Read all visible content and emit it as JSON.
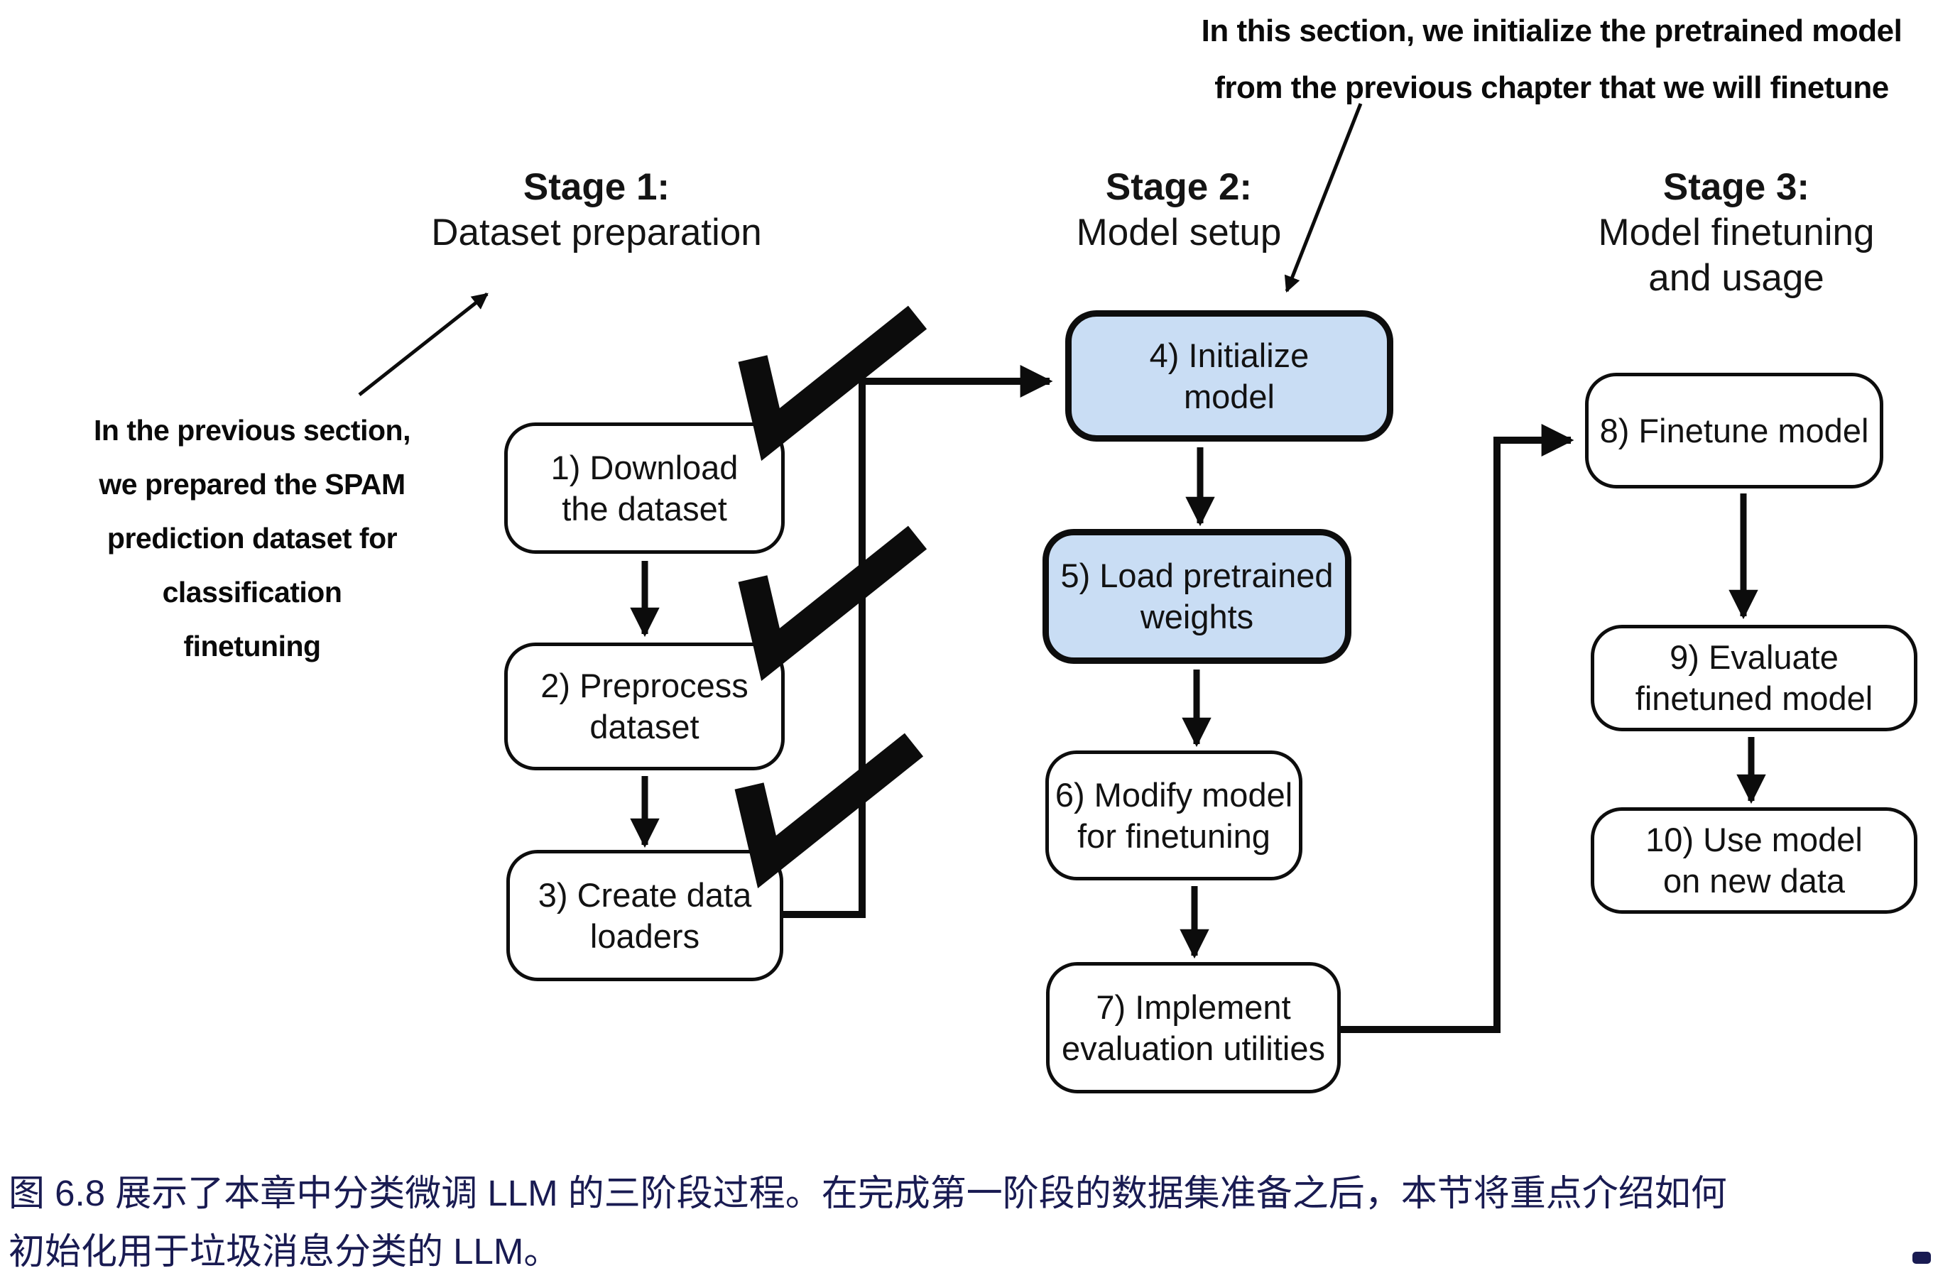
{
  "figure": {
    "annotations": {
      "top_lines": [
        "In this section, we initialize the pretrained model",
        "from the previous chapter that we will finetune"
      ],
      "left_lines": [
        "In the previous section,",
        "we prepared the SPAM",
        "prediction dataset for",
        "classification finetuning"
      ]
    },
    "stages": [
      {
        "title": "Stage 1:",
        "subtitle_lines": [
          "Dataset preparation"
        ]
      },
      {
        "title": "Stage 2:",
        "subtitle_lines": [
          "Model setup"
        ]
      },
      {
        "title": "Stage 3:",
        "subtitle_lines": [
          "Model finetuning",
          "and usage"
        ]
      }
    ],
    "boxes": [
      {
        "label": "1) Download the dataset",
        "lines": [
          "1) Download",
          "the dataset"
        ],
        "stage": 1,
        "highlighted": false,
        "completed": true
      },
      {
        "label": "2) Preprocess dataset",
        "lines": [
          "2) Preprocess",
          "dataset"
        ],
        "stage": 1,
        "highlighted": false,
        "completed": true
      },
      {
        "label": "3) Create data loaders",
        "lines": [
          "3) Create data",
          "loaders"
        ],
        "stage": 1,
        "highlighted": false,
        "completed": true
      },
      {
        "label": "4) Initialize model",
        "lines": [
          "4) Initialize",
          "model"
        ],
        "stage": 2,
        "highlighted": true,
        "completed": false
      },
      {
        "label": "5) Load pretrained weights",
        "lines": [
          "5) Load pretrained",
          "weights"
        ],
        "stage": 2,
        "highlighted": true,
        "completed": false
      },
      {
        "label": "6) Modify model for finetuning",
        "lines": [
          "6) Modify model",
          "for finetuning"
        ],
        "stage": 2,
        "highlighted": false,
        "completed": false
      },
      {
        "label": "7) Implement evaluation utilities",
        "lines": [
          "7) Implement",
          "evaluation utilities"
        ],
        "stage": 2,
        "highlighted": false,
        "completed": false
      },
      {
        "label": "8) Finetune model",
        "lines": [
          "8) Finetune model"
        ],
        "stage": 3,
        "highlighted": false,
        "completed": false
      },
      {
        "label": "9) Evaluate finetuned model",
        "lines": [
          "9) Evaluate",
          "finetuned model"
        ],
        "stage": 3,
        "highlighted": false,
        "completed": false
      },
      {
        "label": "10) Use model on new data",
        "lines": [
          "10) Use model",
          "on new data"
        ],
        "stage": 3,
        "highlighted": false,
        "completed": false
      }
    ],
    "colors": {
      "highlight_fill": "#c9ddf4",
      "box_border": "#0d0d0d",
      "check_color": "#0c0c0c",
      "caption_text": "#191b52"
    }
  },
  "caption": {
    "lines": [
      "图 6.8 展示了本章中分类微调 LLM 的三阶段过程。在完成第一阶段的数据集准备之后，本节将重点介绍如何",
      "初始化用于垃圾消息分类的 LLM。"
    ]
  }
}
